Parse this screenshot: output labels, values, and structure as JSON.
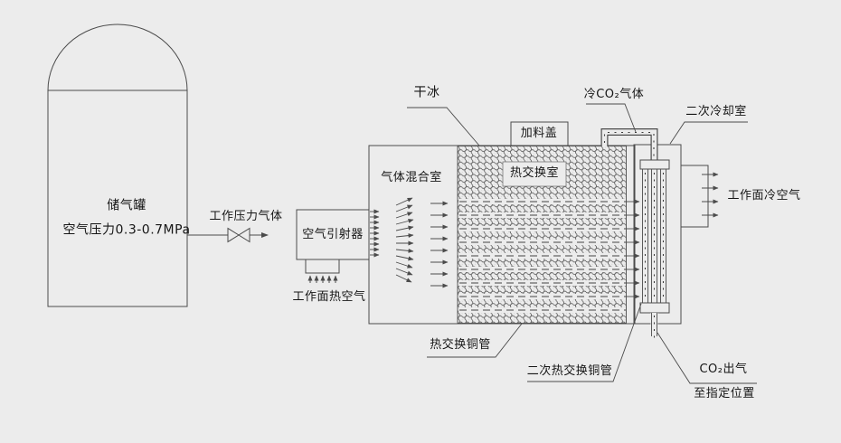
{
  "colors": {
    "background": "#ececec",
    "line": "#4b4b4b",
    "text": "#161616"
  },
  "tank": {
    "name": "储气罐",
    "pressure": "空气压力0.3-0.7MPa"
  },
  "labels": {
    "working_pressure_gas": "工作压力气体",
    "air_ejector": "空气引射器",
    "working_face_hot_air": "工作面热空气",
    "gas_mixing_chamber": "气体混合室",
    "dry_ice": "干冰",
    "feed_cover": "加料盖",
    "heat_exchange_chamber": "热交换室",
    "cold_co2_gas": "冷CO₂气体",
    "secondary_cooling_chamber": "二次冷却室",
    "working_face_cold_air": "工作面冷空气",
    "heat_exchange_copper_tubes": "热交换铜管",
    "secondary_heat_exchange_copper_tubes": "二次热交换铜管",
    "co2_outlet": "CO₂出气",
    "to_designated_position": "至指定位置"
  }
}
